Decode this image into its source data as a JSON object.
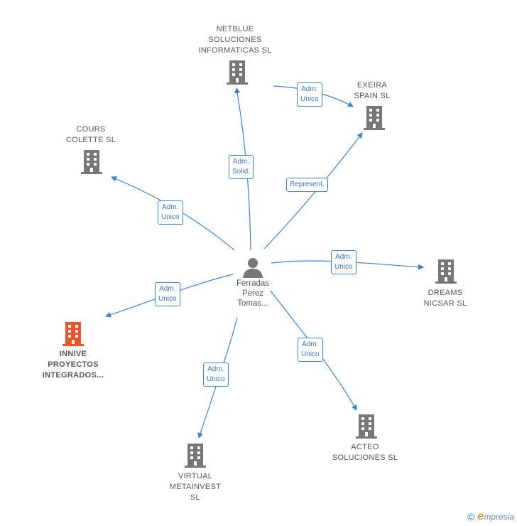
{
  "center": {
    "name_lines": [
      "Ferradas",
      "Perez",
      "Tomas..."
    ]
  },
  "companies": [
    {
      "id": "netblue",
      "lines": [
        "NETBLUE",
        "SOLUCIONES",
        "INFORMATICAS SL"
      ]
    },
    {
      "id": "exeira",
      "lines": [
        "EXEIRA",
        "SPAIN SL"
      ]
    },
    {
      "id": "cours",
      "lines": [
        "COURS",
        "COLETTE SL"
      ]
    },
    {
      "id": "dreams",
      "lines": [
        "DREAMS",
        "NICSAR SL"
      ]
    },
    {
      "id": "innive",
      "lines": [
        "INNIVE",
        "PROYECTOS",
        "INTEGRADOS..."
      ],
      "highlight": true
    },
    {
      "id": "acteo",
      "lines": [
        "ACTEO",
        "SOLUCIONES SL"
      ]
    },
    {
      "id": "virtual",
      "lines": [
        "VIRTUAL",
        "METAINVEST",
        "SL"
      ]
    }
  ],
  "relations": [
    {
      "id": "adm-solid",
      "lines": [
        "Adm.",
        "Solid."
      ]
    },
    {
      "id": "adm-unico-netblue-exeira",
      "lines": [
        "Adm.",
        "Unico"
      ]
    },
    {
      "id": "represent",
      "lines": [
        "Represent."
      ]
    },
    {
      "id": "adm-unico-cours",
      "lines": [
        "Adm.",
        "Unico"
      ]
    },
    {
      "id": "adm-unico-dreams",
      "lines": [
        "Adm.",
        "Unico"
      ]
    },
    {
      "id": "adm-unico-innive",
      "lines": [
        "Adm.",
        "Unico"
      ]
    },
    {
      "id": "adm-unico-acteo",
      "lines": [
        "Adm.",
        "Unico"
      ]
    },
    {
      "id": "adm-unico-virtual",
      "lines": [
        "Adm.",
        "Unico"
      ]
    }
  ],
  "colors": {
    "edge": "#3b82d6",
    "building": "#777777",
    "building_highlight": "#f0552a",
    "person": "#777777"
  },
  "footer": {
    "copyright_symbol": "©",
    "brand_initial": "e",
    "brand_rest": "mpresia"
  }
}
